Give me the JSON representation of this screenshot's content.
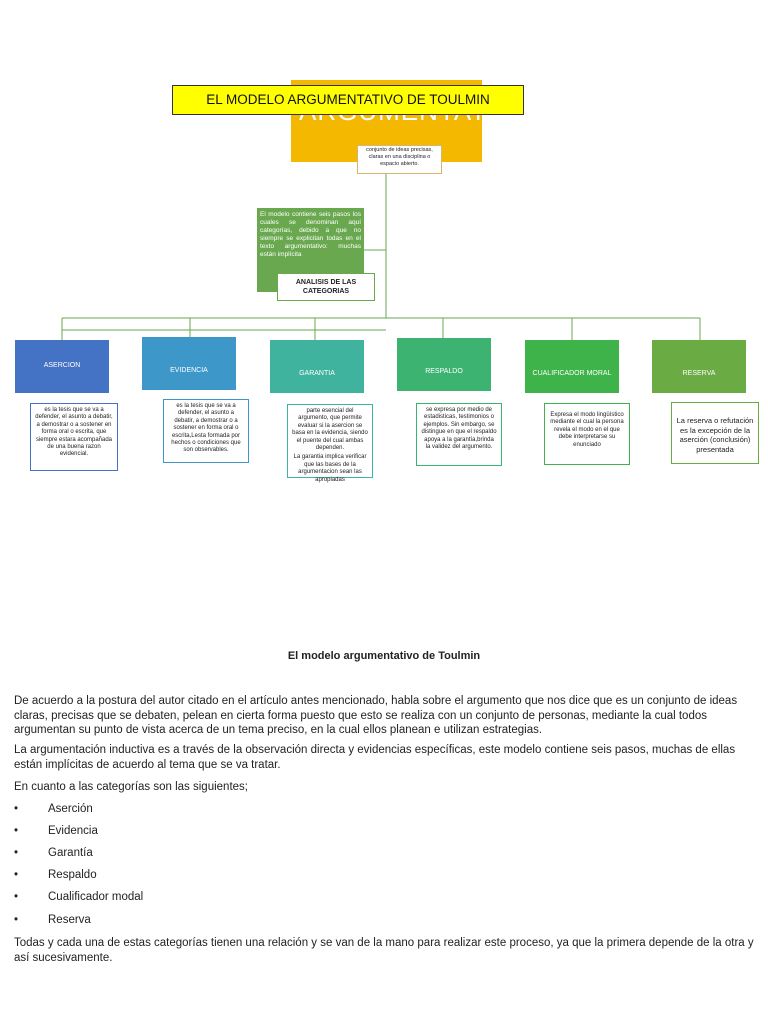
{
  "diagram": {
    "background_word": "ARGUMENTATIVO",
    "title": "EL MODELO ARGUMENTATIVO DE TOULMIN",
    "top_note": "conjunto de ideas precisas, claras en una disciplina o espacio abierto.",
    "green_text": "El modelo contiene seis pasos los cuales se denominan aquí categorías, debido a que no siempre se explicitan todas en el texto argumentativo: muchas están implícita",
    "analysis_label": "ANALISIS DE LAS CATEGORIAS",
    "colors": {
      "orange": "#f5b800",
      "yellow": "#ffff00",
      "green_block": "#6aa84f",
      "connector": "#6aa84f"
    },
    "categories": [
      {
        "label": "ASERCION",
        "color": "#4472c4",
        "note": "es la tesis que se va a defender, el asunto a debatir, a demostrar o a sostener en forma oral o escrita, que siempre estara acompañada de una buena razon evidencial.",
        "note_border": "#4472c4"
      },
      {
        "label": "EVIDENCIA",
        "color": "#3d98c9",
        "note": "es la tesis que se va a defender, el asunto a debatir, a demostrar o a sostener en forma oral o escrita,Lesta formada por hechos o condiciones que son observables.",
        "note_border": "#3d98c9"
      },
      {
        "label": "GARANTIA",
        "color": "#3fb39e",
        "note": "parte esencial del argumento, que permite evaluar si la asercion se basa en la evidencia, siendo el puente del cual ambas dependen.",
        "note2": "La garantia implica verificar que las bases de la argumentacion sean las apropiadas",
        "note_border": "#3fb39e"
      },
      {
        "label": "RESPALDO",
        "color": "#3cb371",
        "note": "se expresa por medio de estadisticas, testimonios o ejemplos. Sin embargo, se distingue en que el respaldo apoya a la garantía,brinda la validez del argumento.",
        "note_border": "#3cb371"
      },
      {
        "label": "CUALIFICADOR MORAL",
        "color": "#3db34a",
        "note": "Expresa el modo lingüístico mediante el cual la persona revela el modo en el que debe interpretarse su enunciado",
        "note_border": "#3db34a"
      },
      {
        "label": "RESERVA",
        "color": "#6aab44",
        "note": "La reserva o refutación es la excepción de la aserción (conclusión) presentada",
        "note_border": "#6aab44"
      }
    ]
  },
  "document": {
    "title": "El modelo argumentativo de Toulmin",
    "paragraph1": "De acuerdo a la postura del autor citado en el artículo antes mencionado, habla sobre el argumento que nos dice que es un conjunto de ideas claras, precisas que se debaten, pelean en cierta forma puesto que esto se realiza con un conjunto de personas, mediante la cual todos argumentan su punto de vista acerca de un tema preciso, en la cual ellos planean e utilizan estrategias.",
    "paragraph2": "La argumentación inductiva es a través de la observación directa y evidencias específicas, este modelo contiene seis pasos, muchas de ellas están implícitas de acuerdo al tema que se va tratar.",
    "paragraph3": "En cuanto a las categorías son las siguientes;",
    "bullet_char": "•",
    "bullets": [
      "Aserción",
      "Evidencia",
      "Garantía",
      "Respaldo",
      "Cualificador modal",
      "Reserva"
    ],
    "paragraph4": "Todas y cada una de estas categorías tienen una relación y se van de la mano para realizar este proceso, ya que la primera depende de la otra y así sucesivamente."
  }
}
